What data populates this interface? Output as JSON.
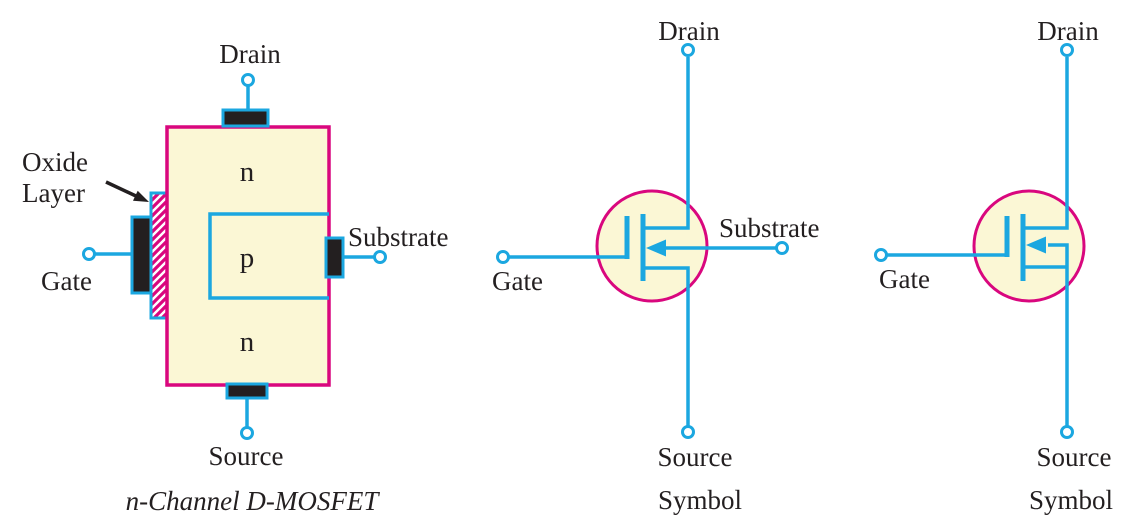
{
  "structure_diagram": {
    "terminals": {
      "top": "Drain",
      "left": "Gate",
      "right": "Substrate",
      "bottom": "Source"
    },
    "annotation": {
      "line1": "Oxide",
      "line2": "Layer"
    },
    "regions": {
      "top": "n",
      "well": "p",
      "bottom": "n"
    },
    "caption": "n-Channel D-MOSFET"
  },
  "symbol_with_substrate": {
    "terminals": {
      "top": "Drain",
      "left": "Gate",
      "right": "Substrate",
      "bottom": "Source"
    },
    "caption": "Symbol"
  },
  "symbol_internal_substrate": {
    "terminals": {
      "top": "Drain",
      "left": "Gate",
      "bottom": "Source"
    },
    "caption": "Symbol"
  },
  "colors": {
    "line_blue": "#1BA7E0",
    "outline_magenta": "#D9077E",
    "fill_cream": "#FBF7D5",
    "text_black": "#231F20",
    "background": "#FFFFFF"
  }
}
